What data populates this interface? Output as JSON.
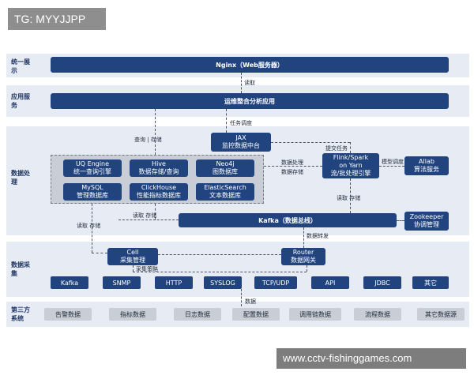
{
  "tag": "TG: MYYJJPP",
  "watermark": "www.cctv-fishinggames.com",
  "layers": {
    "display": "统一展示",
    "app": "应用服务",
    "process": "数据处理",
    "collect": "数据采集",
    "third": "第三方系统"
  },
  "nginx": "Nginx（Web服务器）",
  "ops_app": "运维整合分析应用",
  "jax": {
    "line1": "JAX",
    "line2": "监控数据中台"
  },
  "storage": [
    {
      "line1": "UQ Engine",
      "line2": "统一查询引擎"
    },
    {
      "line1": "Hive",
      "line2": "数据存储/查询"
    },
    {
      "line1": "Neo4j",
      "line2": "图数据库"
    },
    {
      "line1": "MySQL",
      "line2": "管理数据库"
    },
    {
      "line1": "ClickHouse",
      "line2": "性能指标数据库"
    },
    {
      "line1": "ElasticSearch",
      "line2": "文本数据库"
    }
  ],
  "flink": {
    "line1": "Flink/Spark",
    "line2": "on Yarn",
    "line3": "流/批处理引擎"
  },
  "allab": {
    "line1": "Allab",
    "line2": "算法服务"
  },
  "kafka": "Kafka（数据总线）",
  "zookeeper": {
    "line1": "Zookeeper",
    "line2": "协调管理"
  },
  "cell": {
    "line1": "Cell",
    "line2": "采集管理"
  },
  "router": {
    "line1": "Router",
    "line2": "数据网关"
  },
  "protocols": [
    "Kafka",
    "SNMP",
    "HTTP",
    "SYSLOG",
    "TCP/UDP",
    "API",
    "JDBC",
    "其它"
  ],
  "sources": [
    "告警数据",
    "指标数据",
    "日志数据",
    "配置数据",
    "调用链数据",
    "流程数据",
    "其它数据源"
  ],
  "annotations": {
    "read": "读取",
    "task_schedule": "任务调度",
    "query_store": "查询 | 存储",
    "submit_task": "提交任务",
    "data_process": "数据处理",
    "data_store": "数据存储",
    "model_schedule": "模型调度",
    "read_store": "读取  存储",
    "read_store2": "读取  存储",
    "read_store3": "读取  存储",
    "data_forward": "数据转发",
    "collect_policy": "采集策略",
    "data": "数据"
  }
}
